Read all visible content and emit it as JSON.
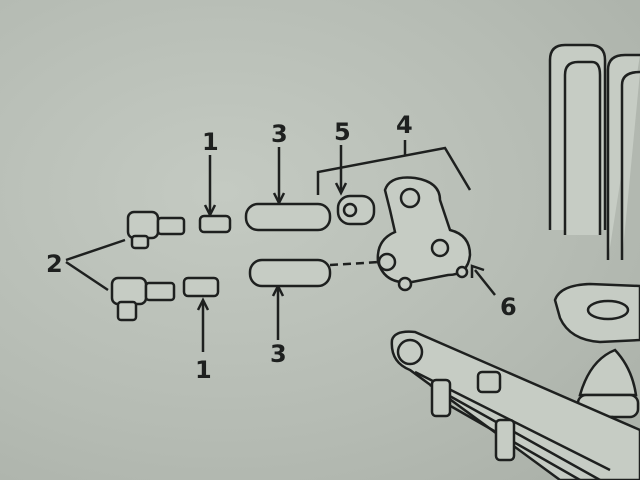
{
  "diagram": {
    "callouts": [
      {
        "id": "callout-1-top",
        "text": "1"
      },
      {
        "id": "callout-3-top",
        "text": "3"
      },
      {
        "id": "callout-5",
        "text": "5"
      },
      {
        "id": "callout-4",
        "text": "4"
      },
      {
        "id": "callout-2",
        "text": "2"
      },
      {
        "id": "callout-1-bottom",
        "text": "1"
      },
      {
        "id": "callout-3-bottom",
        "text": "3"
      },
      {
        "id": "callout-6",
        "text": "6"
      }
    ],
    "colors": {
      "background": "#b9bfb7",
      "ink": "#1e201f"
    }
  }
}
